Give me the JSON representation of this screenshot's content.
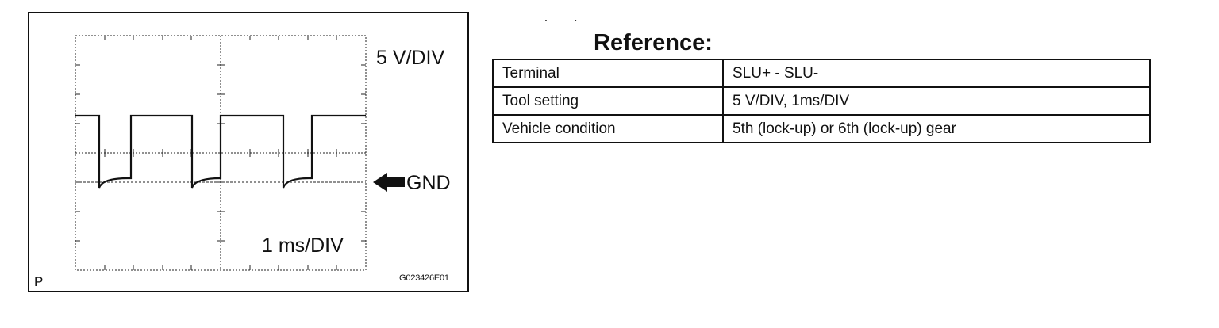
{
  "scope": {
    "voltage_scale": "5 V/DIV",
    "time_scale": "1 ms/DIV",
    "ground_label": "GND",
    "panel_letter": "P",
    "figure_id": "G023426E01"
  },
  "reference": {
    "title": "Reference:",
    "rows": [
      {
        "label": "Terminal",
        "value": "SLU+ - SLU-"
      },
      {
        "label": "Tool setting",
        "value": "5 V/DIV, 1ms/DIV"
      },
      {
        "label": "Vehicle condition",
        "value": "5th (lock-up) or 6th (lock-up) gear"
      }
    ]
  }
}
